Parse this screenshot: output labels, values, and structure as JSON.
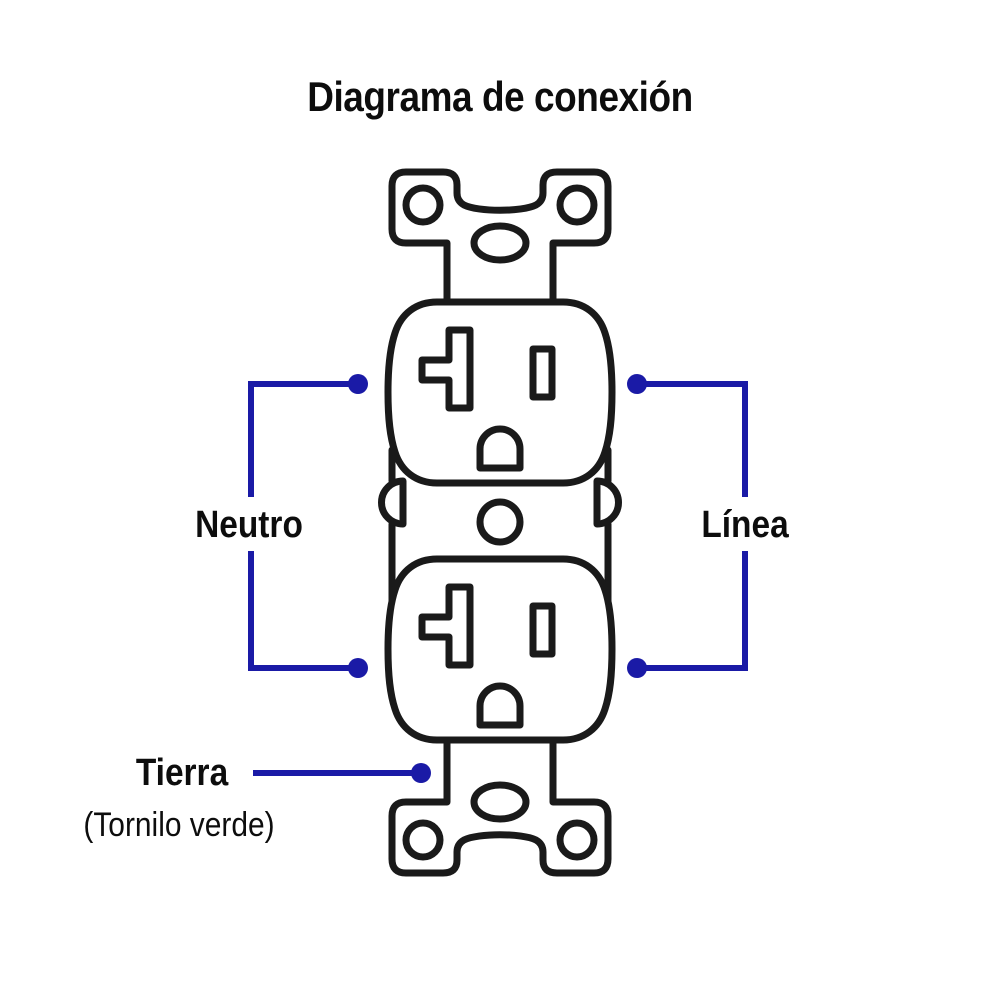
{
  "title": "Diagrama de conexión",
  "colors": {
    "wire_blue": "#1a1aa6",
    "outline_black": "#1a1a1a"
  },
  "device": {
    "name": "contacto dúplex (duplex receptacle)",
    "features": [
      "mounting-strap-top",
      "mounting-strap-bottom",
      "upper-receptacle",
      "lower-receptacle",
      "t-slot-neutral",
      "straight-slot-line",
      "ground-hole",
      "side-terminal-screws",
      "center-screw"
    ]
  },
  "connections": {
    "neutral": {
      "label": "Neutro",
      "side": "left",
      "terminals": 2
    },
    "line": {
      "label": "Línea",
      "side": "right",
      "terminals": 2
    },
    "ground": {
      "label": "Tierra",
      "note": "(Tornilo verde)",
      "side": "bottom-left",
      "terminals": 1
    }
  }
}
